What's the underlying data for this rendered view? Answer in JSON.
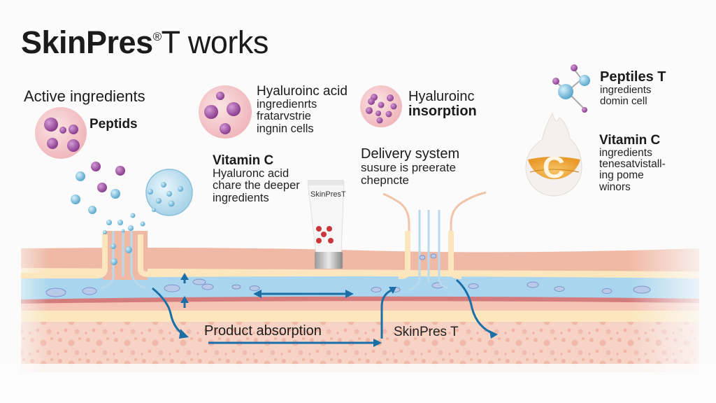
{
  "title": {
    "brand": "SkinPres",
    "registered_mark": "®",
    "suffix": "T works"
  },
  "labels": {
    "active_ingredients": "Active ingredients",
    "peptids": "Peptids",
    "hyaluronic_acid": {
      "heading": "Hyaluroinc acid",
      "lines": [
        "ingredienrts",
        "fratarvstrie",
        "ingnin cells"
      ]
    },
    "hyaluronic_insorption": {
      "heading_line1": "Hyaluroinc",
      "heading_line2": "insorption"
    },
    "peptiles_t": {
      "heading": "Peptiles T",
      "lines": [
        "ingredients",
        "domin cell"
      ]
    },
    "vitamin_c_left": {
      "heading": "Vitamin C",
      "lines": [
        "Hyaluronc acid",
        "chare the deeper",
        "ingredients"
      ]
    },
    "delivery_system": {
      "heading": "Delivery  system",
      "lines": [
        "susure is preerate",
        "chepncte"
      ]
    },
    "vitamin_c_right": {
      "heading": "Vitamin C",
      "lines": [
        "ingredients",
        "tenesatvistall-",
        "ing pome",
        "winors"
      ]
    },
    "product_tube_brand": "SkinPresT",
    "vitamin_c_glyph": "C",
    "product_absorption": "Product absorption",
    "skinpres_t_bottom": "SkinPres T"
  },
  "colors": {
    "epidermis": "#f0b9a6",
    "yellow_layer": "#fbe6bd",
    "blue_layer": "#a9d6ee",
    "dermis": "#f7d3c5",
    "arrow_blue": "#1b6fa7",
    "molecule_purple": "#9b4d9e",
    "molecule_blue": "#7fc0de",
    "vitamin_orange": "#f2a93b"
  }
}
